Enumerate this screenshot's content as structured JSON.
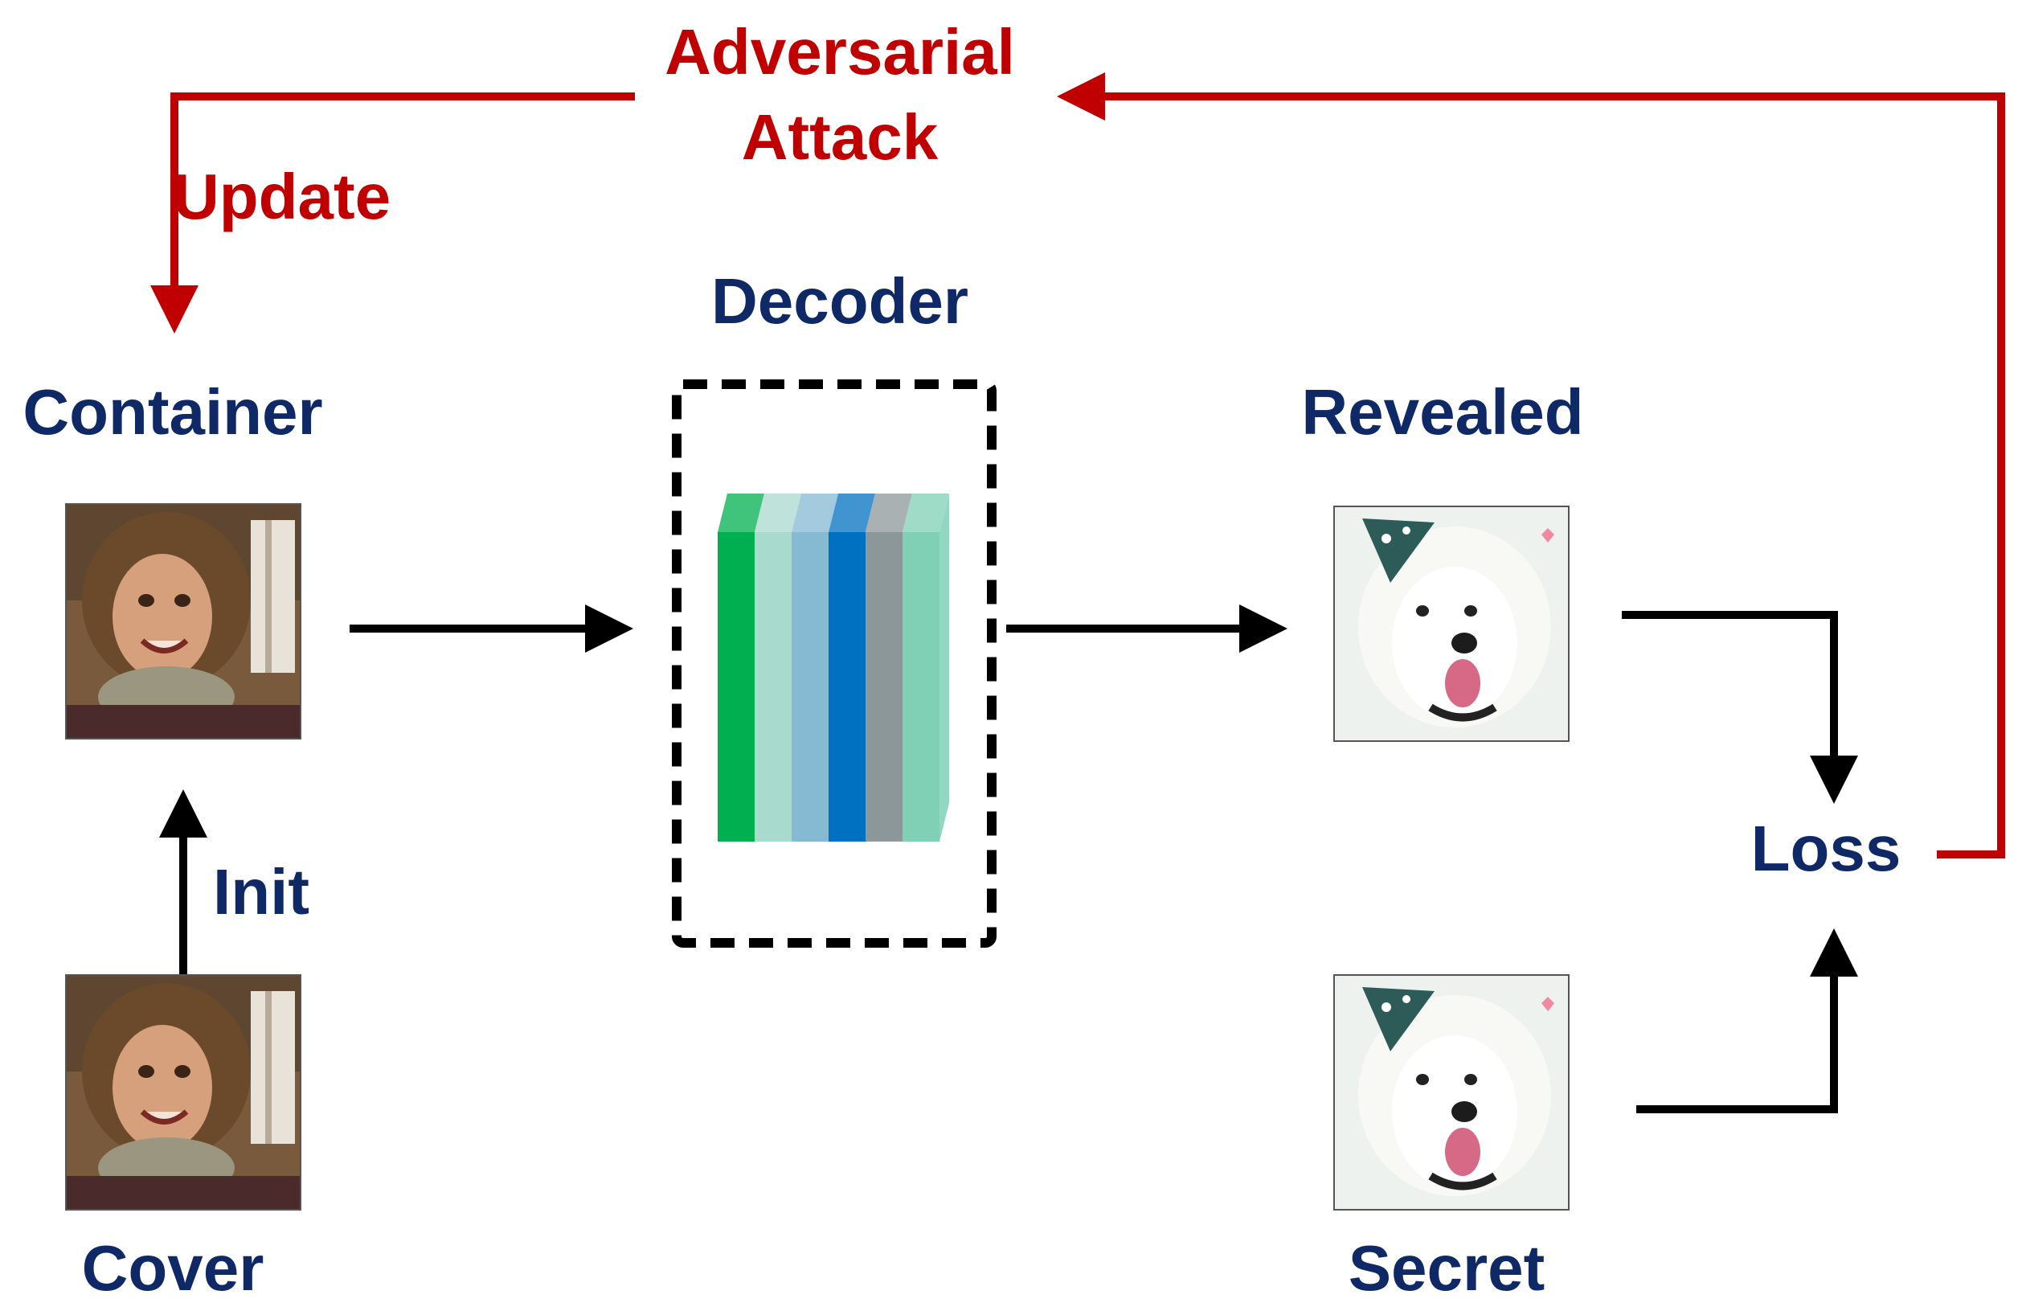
{
  "labels": {
    "adversarial_line1": "Adversarial",
    "adversarial_line2": "Attack",
    "update": "Update",
    "decoder": "Decoder",
    "container": "Container",
    "revealed": "Revealed",
    "loss": "Loss",
    "init": "Init",
    "cover": "Cover",
    "secret": "Secret"
  },
  "images": {
    "container": "photo-of-person",
    "cover": "photo-of-person",
    "revealed": "photo-of-white-poodle",
    "secret": "photo-of-white-poodle"
  },
  "colors": {
    "label_blue": "#0f2966",
    "attack_red": "#c00000",
    "decoder_layers": [
      "#00b050",
      "#a9dace",
      "#86b9d2",
      "#0070c0",
      "#8c9799",
      "#7fd0b5"
    ]
  }
}
